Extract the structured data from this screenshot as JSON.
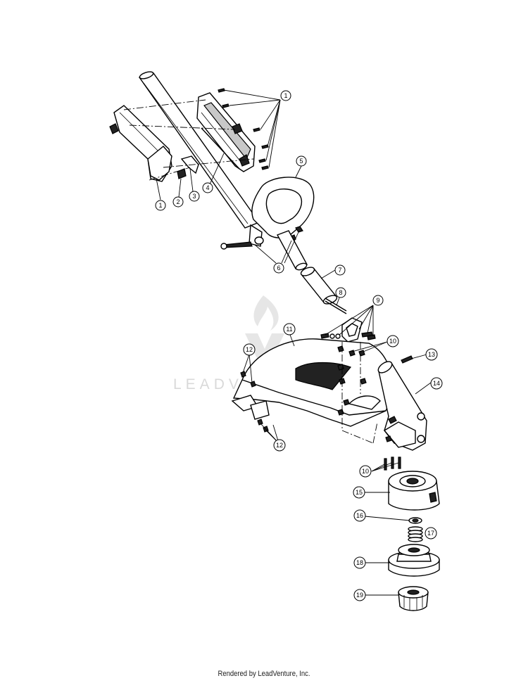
{
  "watermark": {
    "text": "LEADVENTURE"
  },
  "callouts": [
    {
      "id": "c1a",
      "label": "1"
    },
    {
      "id": "c1b",
      "label": "1"
    },
    {
      "id": "c2",
      "label": "2"
    },
    {
      "id": "c3",
      "label": "3"
    },
    {
      "id": "c4",
      "label": "4"
    },
    {
      "id": "c5",
      "label": "5"
    },
    {
      "id": "c6",
      "label": "6"
    },
    {
      "id": "c7",
      "label": "7"
    },
    {
      "id": "c8",
      "label": "8"
    },
    {
      "id": "c9",
      "label": "9"
    },
    {
      "id": "c10a",
      "label": "10"
    },
    {
      "id": "c10b",
      "label": "10"
    },
    {
      "id": "c11",
      "label": "11"
    },
    {
      "id": "c12a",
      "label": "12"
    },
    {
      "id": "c12b",
      "label": "12"
    },
    {
      "id": "c13",
      "label": "13"
    },
    {
      "id": "c14",
      "label": "14"
    },
    {
      "id": "c15",
      "label": "15"
    },
    {
      "id": "c16",
      "label": "16"
    },
    {
      "id": "c17",
      "label": "17"
    },
    {
      "id": "c18",
      "label": "18"
    },
    {
      "id": "c19",
      "label": "19"
    }
  ],
  "footer": {
    "text": "Rendered by LeadVenture, Inc."
  }
}
